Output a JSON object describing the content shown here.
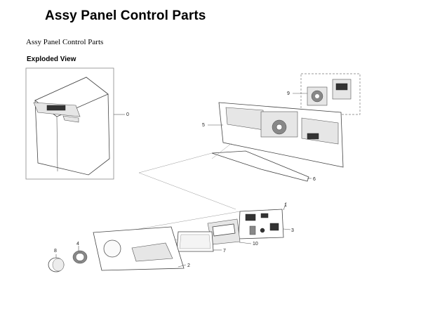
{
  "header": {
    "title": "Assy Panel Control Parts",
    "subtitle": "Assy Panel Control Parts",
    "section_label": "Exploded View"
  },
  "callouts": {
    "c0": "0",
    "c1": "1",
    "c2": "2",
    "c3": "3",
    "c4": "4",
    "c5": "5",
    "c6": "6",
    "c7": "7",
    "c8": "8",
    "c9": "9",
    "c10": "10"
  }
}
